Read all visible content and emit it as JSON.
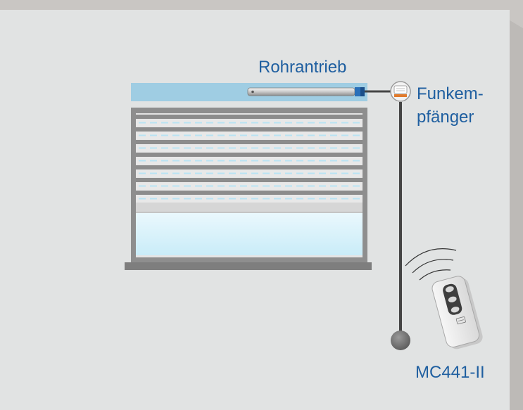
{
  "labels": {
    "motor": "Rohrantrieb",
    "receiver_line1": "Funkem-",
    "receiver_line2": "pfänger",
    "remote": "MC441-II"
  },
  "colors": {
    "wall": "#e1e3e3",
    "wall_top": "#c9c6c3",
    "wall_side": "#bdbab7",
    "shutter_box": "#9fcde3",
    "label_blue": "#1f5fa0",
    "cable": "#454545",
    "window_glass": "#d6f0fa"
  },
  "icons": {
    "motor": "tubular-motor-icon",
    "receiver": "radio-receiver-icon",
    "wall_switch": "wall-button-icon",
    "remote": "handheld-remote-icon",
    "signal": "radio-waves-icon"
  }
}
